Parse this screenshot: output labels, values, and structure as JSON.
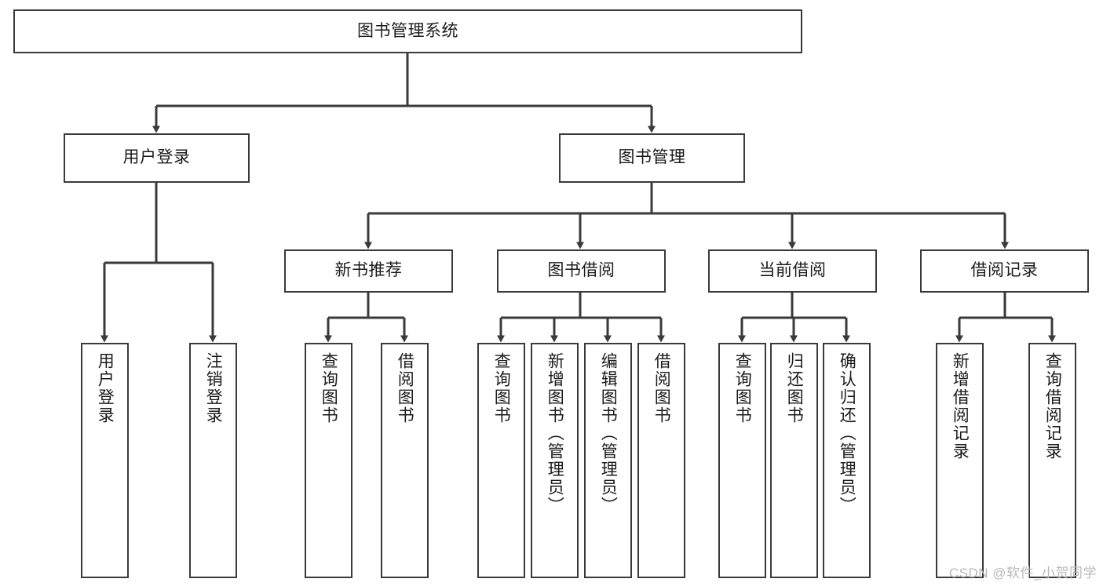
{
  "diagram": {
    "title": "图书管理系统",
    "type": "tree-hierarchy",
    "watermark": "CSDN @软件_小贺同学",
    "colors": {
      "background": "#ffffff",
      "node_border": "#3a3a3a",
      "node_fill": "#ffffff",
      "edge": "#3a3a3a",
      "text": "#1b1b1b",
      "watermark": "#b9b9b9"
    },
    "nodes": {
      "root": {
        "label": "图书管理系统"
      },
      "level2": [
        {
          "id": "user-login",
          "label": "用户登录"
        },
        {
          "id": "book-manage",
          "label": "图书管理"
        }
      ],
      "level3": [
        {
          "id": "new-book-recommend",
          "label": "新书推荐"
        },
        {
          "id": "book-borrow",
          "label": "图书借阅"
        },
        {
          "id": "current-borrow",
          "label": "当前借阅"
        },
        {
          "id": "borrow-record",
          "label": "借阅记录"
        }
      ],
      "leaves": {
        "user-login": [
          {
            "id": "leaf-user-login",
            "label": "用户登录"
          },
          {
            "id": "leaf-user-logout",
            "label": "注销登录"
          }
        ],
        "new-book-recommend": [
          {
            "id": "leaf-query-book-1",
            "label": "查询图书"
          },
          {
            "id": "leaf-borrow-book-1",
            "label": "借阅图书"
          }
        ],
        "book-borrow": [
          {
            "id": "leaf-query-book-2",
            "label": "查询图书"
          },
          {
            "id": "leaf-add-book",
            "label": "新增图书（管理员）"
          },
          {
            "id": "leaf-edit-book",
            "label": "编辑图书（管理员）"
          },
          {
            "id": "leaf-borrow-book-2",
            "label": "借阅图书"
          }
        ],
        "current-borrow": [
          {
            "id": "leaf-query-book-3",
            "label": "查询图书"
          },
          {
            "id": "leaf-return-book",
            "label": "归还图书"
          },
          {
            "id": "leaf-confirm-return",
            "label": "确认归还（管理员）"
          }
        ],
        "borrow-record": [
          {
            "id": "leaf-add-record",
            "label": "新增借阅记录"
          },
          {
            "id": "leaf-query-record",
            "label": "查询借阅记录"
          }
        ]
      }
    }
  }
}
